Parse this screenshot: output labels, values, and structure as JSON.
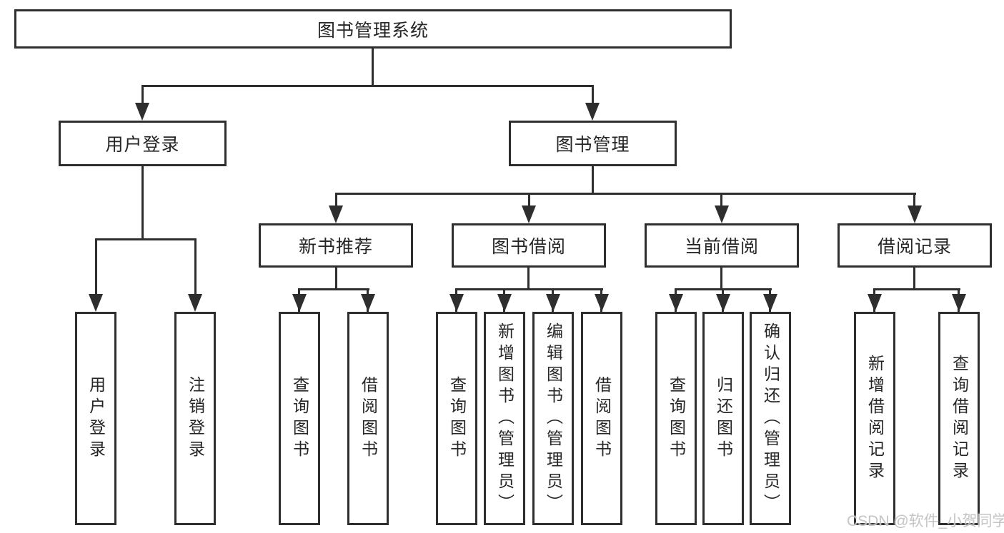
{
  "diagram": {
    "root": "图书管理系统",
    "branches": [
      {
        "label": "用户登录",
        "children": [
          {
            "label": "用户登录"
          },
          {
            "label": "注销登录"
          }
        ]
      },
      {
        "label": "图书管理",
        "children": [
          {
            "label": "新书推荐",
            "children": [
              {
                "label": "查询图书"
              },
              {
                "label": "借阅图书"
              }
            ]
          },
          {
            "label": "图书借阅",
            "children": [
              {
                "label": "查询图书"
              },
              {
                "label": "新增图书（管理员）"
              },
              {
                "label": "编辑图书（管理员）"
              },
              {
                "label": "借阅图书"
              }
            ]
          },
          {
            "label": "当前借阅",
            "children": [
              {
                "label": "查询图书"
              },
              {
                "label": "归还图书"
              },
              {
                "label": "确认归还（管理员）"
              }
            ]
          },
          {
            "label": "借阅记录",
            "children": [
              {
                "label": "新增借阅记录"
              },
              {
                "label": "查询借阅记录"
              }
            ]
          }
        ]
      }
    ]
  },
  "watermark": "CSDN @软件_小贺同学",
  "colors": {
    "line": "#2e2e2e",
    "text": "#262626",
    "background": "#ffffff",
    "watermark": "#c1c1c1"
  }
}
